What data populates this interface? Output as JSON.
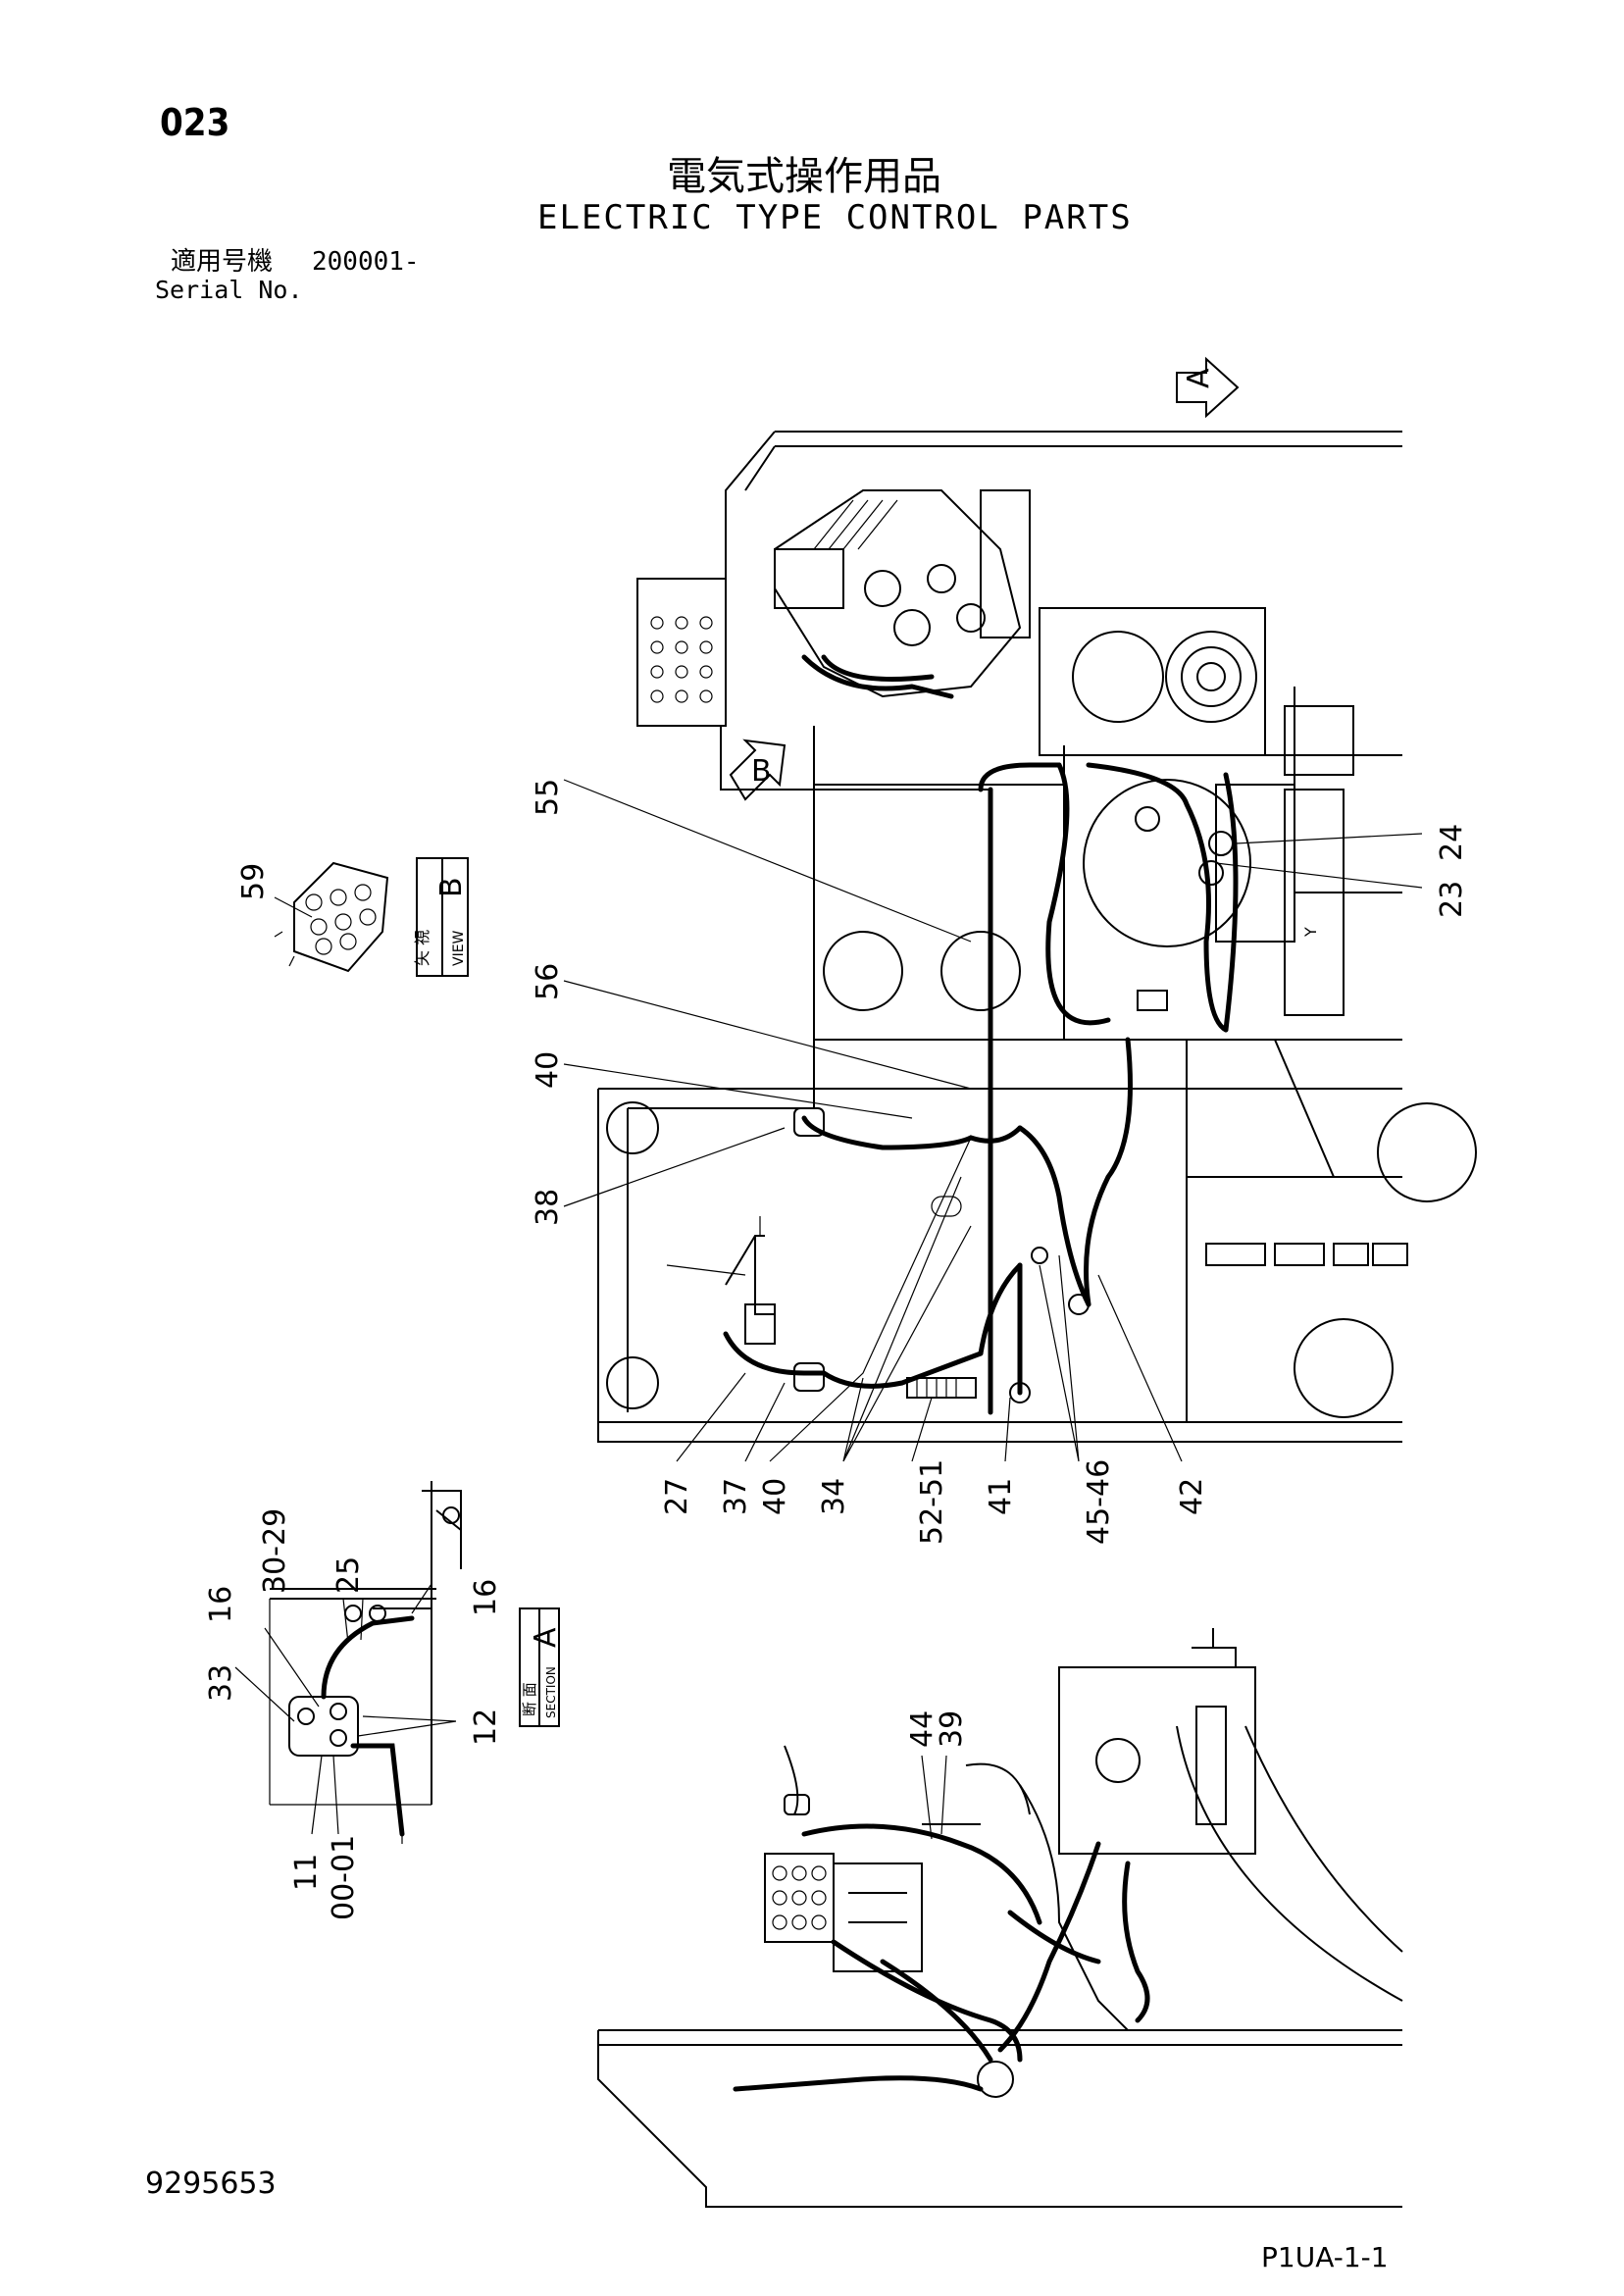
{
  "header": {
    "page_number": "023",
    "title_jp": "電気式操作用品",
    "title_en": "ELECTRIC TYPE CONTROL PARTS",
    "serial_label_jp": "適用号機",
    "serial_value": "200001-",
    "serial_label_en": "Serial No."
  },
  "footer": {
    "doc_number": "9295653",
    "page_ref": "P1UA-1-1"
  },
  "views": {
    "view_b": {
      "jp": "矢 視",
      "en": "VIEW",
      "letter": "B"
    },
    "section_a": {
      "jp": "断 面",
      "en": "SECTION",
      "letter": "A"
    },
    "arrow_a": "A",
    "arrow_b": "B",
    "marker_y": "Y"
  },
  "callouts": {
    "c55": "55",
    "c56": "56",
    "c40a": "40",
    "c38": "38",
    "c24": "24",
    "c23": "23",
    "c59": "59",
    "c27": "27",
    "c37": "37",
    "c40b": "40",
    "c34": "34",
    "c52_51": "52-51",
    "c41": "41",
    "c45_46": "45-46",
    "c42": "42",
    "c30_29": "30-29",
    "c25": "25",
    "c16a": "16",
    "c16b": "16",
    "c33": "33",
    "c12": "12",
    "c11": "11",
    "c00_01": "00-01",
    "c44": "44",
    "c39": "39"
  }
}
